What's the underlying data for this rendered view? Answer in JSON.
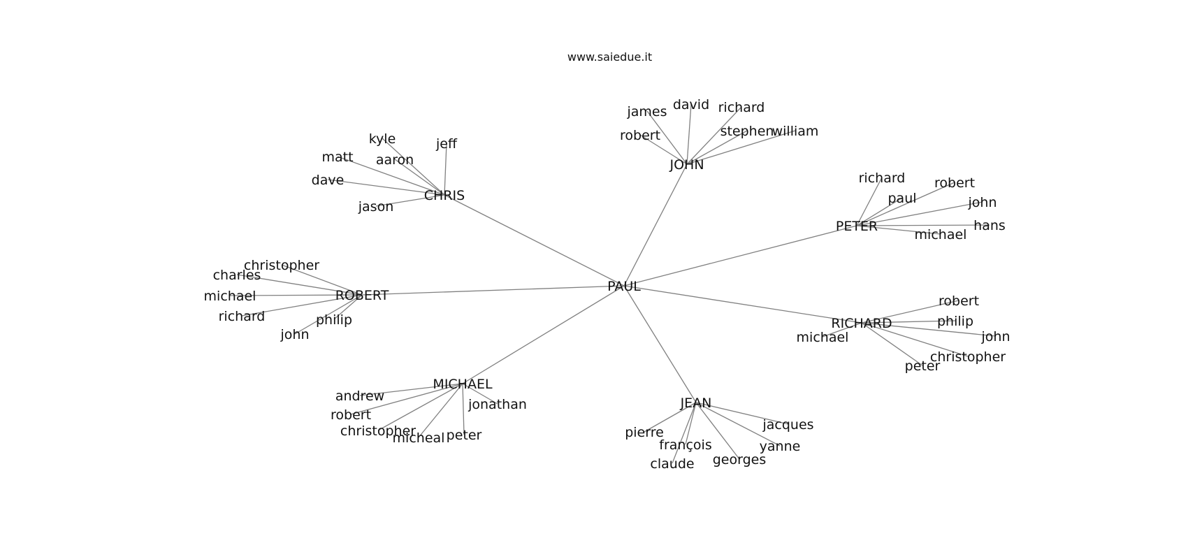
{
  "title": "www.saiedue.it",
  "colors": {
    "edge": "#808080",
    "text": "#111111",
    "background": "#ffffff"
  },
  "center": "PAUL",
  "groups": [
    {
      "hub": "JOHN",
      "leaves": [
        "james",
        "david",
        "richard",
        "robert",
        "stephen",
        "william"
      ]
    },
    {
      "hub": "CHRIS",
      "leaves": [
        "kyle",
        "jeff",
        "matt",
        "aaron",
        "dave",
        "jason"
      ]
    },
    {
      "hub": "PETER",
      "leaves": [
        "richard",
        "robert",
        "paul",
        "john",
        "hans",
        "michael"
      ]
    },
    {
      "hub": "ROBERT",
      "leaves": [
        "christopher",
        "charles",
        "michael",
        "richard",
        "philip",
        "john"
      ]
    },
    {
      "hub": "RICHARD",
      "leaves": [
        "robert",
        "philip",
        "michael",
        "john",
        "christopher",
        "peter"
      ]
    },
    {
      "hub": "MICHAEL",
      "leaves": [
        "andrew",
        "jonathan",
        "robert",
        "christopher",
        "micheal",
        "peter"
      ]
    },
    {
      "hub": "JEAN",
      "leaves": [
        "jacques",
        "pierre",
        "yanne",
        "françois",
        "georges",
        "claude"
      ]
    }
  ]
}
